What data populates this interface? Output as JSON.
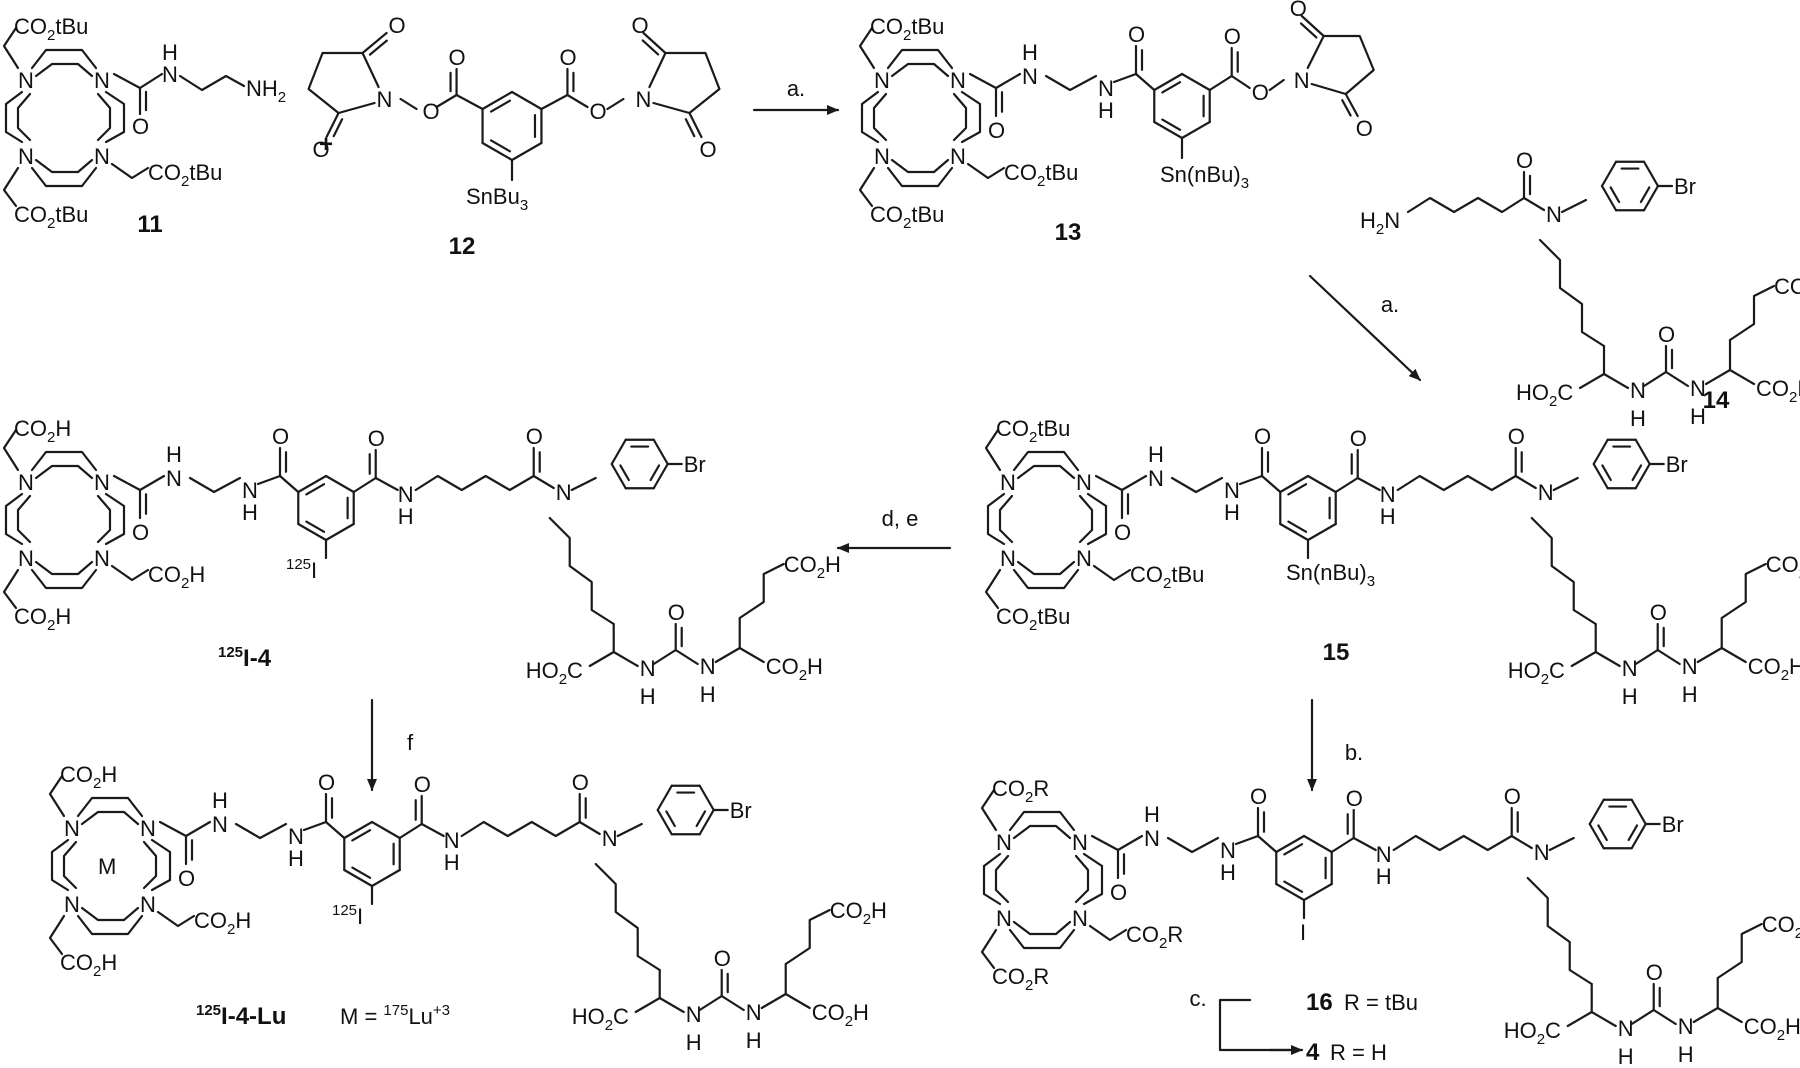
{
  "compounds": {
    "c11": "11",
    "c12": "12",
    "c13": "13",
    "c14": "14",
    "c15": "15",
    "c125I4": "125I-4",
    "c125I4Lu": "125I-4-Lu",
    "c16_label": "16",
    "c16_r": "R = tBu",
    "c4_label": "4",
    "c4_r": "R = H",
    "metal_note": "M = 175Lu+3",
    "metal_symbol": "M"
  },
  "reagents": {
    "step1": "a.",
    "step2": "a.",
    "step_de": "d, e",
    "step_b": "b.",
    "step_c": "c.",
    "step_f": "f"
  },
  "groups": {
    "co2tbu": "CO2tBu",
    "co2h": "CO2H",
    "ho2c": "HO2C",
    "co2r": "CO2R",
    "nh2": "NH2",
    "h2n": "H2N",
    "snbu3": "SnBu3",
    "sn_nbu3": "Sn(nBu)3",
    "br": "Br",
    "iodo": "I",
    "iodo125": "125I",
    "n": "N",
    "h": "H",
    "o": "O",
    "plus": "+"
  }
}
